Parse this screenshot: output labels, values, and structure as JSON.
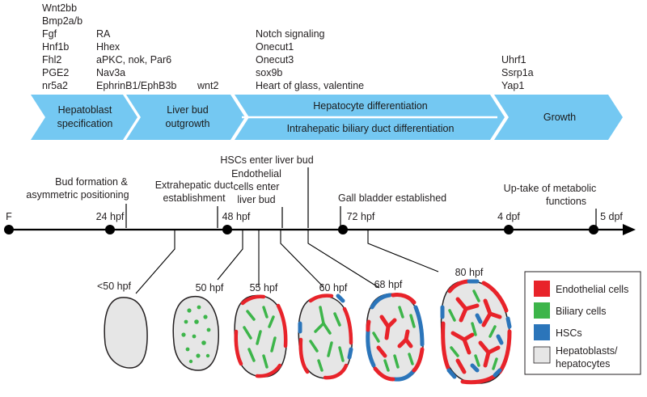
{
  "colors": {
    "arrow_fill": "#74c8f2",
    "endothelial": "#e8232a",
    "biliary": "#3db54a",
    "hscs": "#2b75ba",
    "hepatoblast": "#e6e6e6",
    "timeline": "#000000"
  },
  "genes": {
    "col1": [
      "Wnt2bb",
      "Bmp2a/b",
      "Fgf",
      "Hnf1b",
      "Fhl2",
      "PGE2",
      "nr5a2"
    ],
    "col2": [
      "RA",
      "Hhex",
      "aPKC, nok, Par6",
      "Nav3a",
      "EphrinB1/EphB3b"
    ],
    "col2b": "wnt2",
    "col3": [
      "Notch signaling",
      "Onecut1",
      "Onecut3",
      "sox9b",
      "Heart of glass, valentine"
    ],
    "col4": [
      "Uhrf1",
      "Ssrp1a",
      "Yap1"
    ]
  },
  "stages": {
    "hepatoblast": [
      "Hepatoblast",
      "specification"
    ],
    "liverbud": [
      "Liver bud",
      "outgrowth"
    ],
    "hep_diff": "Hepatocyte differentiation",
    "ibd_diff": "Intrahepatic biliary duct differentiation",
    "growth": "Growth"
  },
  "timeline": {
    "ticks": [
      "F",
      "24 hpf",
      "48 hpf",
      "72 hpf",
      "4 dpf",
      "5 dpf"
    ],
    "events_above": {
      "bud_formation": [
        "Bud formation &",
        "asymmetric positioning"
      ],
      "extrahepatic": [
        "Extrahepatic duct",
        "establishment"
      ],
      "hscs_enter": "HSCs enter liver bud",
      "endothelial_enter": [
        "Endothelial",
        "cells enter",
        "liver bud"
      ],
      "gall_bladder": "Gall bladder established",
      "metabolic": [
        "Up-take of metabolic",
        "functions"
      ]
    }
  },
  "liver_stages": [
    "<50 hpf",
    "50 hpf",
    "55 hpf",
    "60 hpf",
    "68 hpf",
    "80 hpf"
  ],
  "legend": {
    "items": [
      {
        "label": "Endothelial cells",
        "color": "#e8232a"
      },
      {
        "label": "Biliary cells",
        "color": "#3db54a"
      },
      {
        "label": "HSCs",
        "color": "#2b75ba"
      },
      {
        "label": "Hepatoblasts/",
        "label2": "hepatocytes",
        "color": "#e6e6e6"
      }
    ]
  }
}
